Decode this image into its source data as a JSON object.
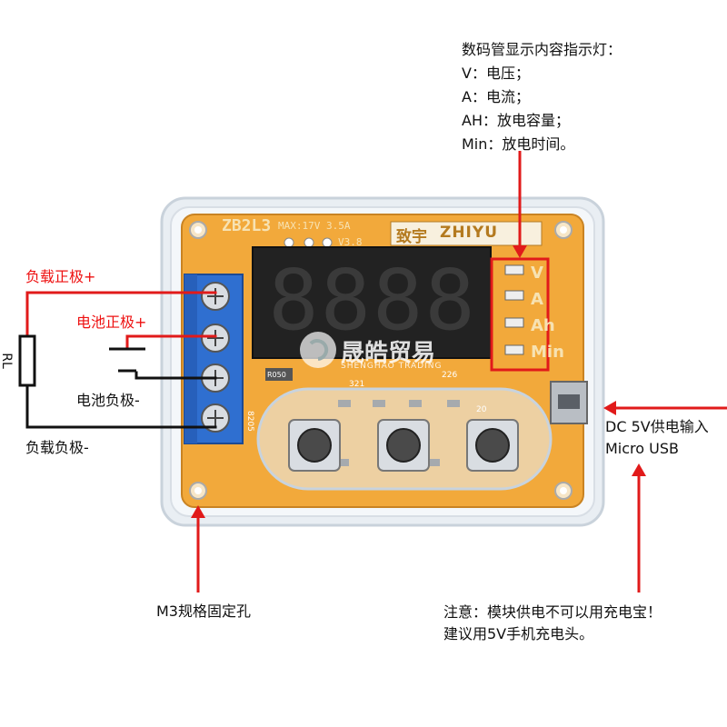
{
  "indicator_note": {
    "title": "数码管显示内容指示灯：",
    "lines": [
      "V：电压；",
      "A：电流；",
      "AH：放电容量；",
      "Min：放电时间。"
    ]
  },
  "labels": {
    "load_positive": "负载正极+",
    "battery_positive": "电池正极+",
    "battery_negative": "电池负极-",
    "load_negative": "负载负极-",
    "rl": "RL",
    "power_input_line1": "DC 5V供电输入",
    "power_input_line2": "Micro USB",
    "mounting_hole": "M3规格固定孔",
    "warning_line1": "注意：模块供电不可以用充电宝！",
    "warning_line2": "建议用5V手机充电头。"
  },
  "board": {
    "model": "ZB2L3",
    "spec": "MAX:17V 3.5A",
    "version": "V3.8",
    "brand_cn": "致宇",
    "brand_en": "ZHIYU",
    "display_digits": "8888",
    "indicator_letters": [
      "V",
      "A",
      "Ah",
      "Min"
    ],
    "watermark": "晟皓贸易",
    "watermark_sub": "SHENGHAO TRADING",
    "silk_ref_1": "321",
    "silk_ref_2": "226",
    "silk_ref_3": "8205",
    "silk_ref_4": "R050",
    "silk_ref_5": "20"
  },
  "colors": {
    "pcb": "#f2a93b",
    "terminal": "#2f6fd0",
    "display": "#222222",
    "segment": "#3a3a3a",
    "annotation_red": "#e11a1a"
  }
}
